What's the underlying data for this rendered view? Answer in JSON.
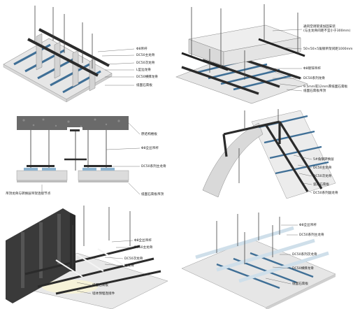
{
  "diagram_1": {
    "labels": [
      "Φ8吊杆",
      "DC50主龙骨",
      "DC50次龙骨",
      "L型边龙骨",
      "DC50横撑龙骨",
      "纸面石膏板"
    ]
  },
  "diagram_2": {
    "labels": [
      "通风空调管道加固安装",
      "(与主龙骨间距不宜小于300mm)",
      "50×50×5角钢吊架间距1000mm",
      "Φ8镀锌吊杆",
      "DC50系列龙骨",
      "9.5mm或12mm厚纸面石膏板",
      "纸面石膏板吊顶"
    ]
  },
  "diagram_3": {
    "labels": [
      "原结构楼板",
      "Φ8全丝吊杆",
      "DC50系列主龙骨",
      "吊顶龙骨与转换层吊架连接节点",
      "纸面石膏板吊顶"
    ]
  },
  "diagram_4": {
    "labels": [
      "5#角钢转换层",
      "DC50主龙骨",
      "DC50次龙骨",
      "弧形石膏板",
      "DC50系列副龙骨"
    ]
  },
  "diagram_5": {
    "labels": [
      "Φ8全丝吊杆",
      "DC50主龙骨",
      "DC50次龙骨",
      "边龙骨",
      "纸面石膏板",
      "墙体预埋连接件"
    ]
  },
  "diagram_6": {
    "labels": [
      "Φ8全丝吊杆",
      "DC50系列主龙骨",
      "DC50系列次龙骨",
      "DC50横撑龙骨",
      "纸面石膏板"
    ]
  },
  "colors": {
    "board": "#e2e2e2",
    "board_edge": "#9a9a9a",
    "channel": "#2f2f2f",
    "blue_joist": "#4a7fa6",
    "concrete": "#5a5a5a",
    "rod": "#444444",
    "gypsum_side": "#d6d6d6",
    "light_blue": "#b9d4e8"
  }
}
